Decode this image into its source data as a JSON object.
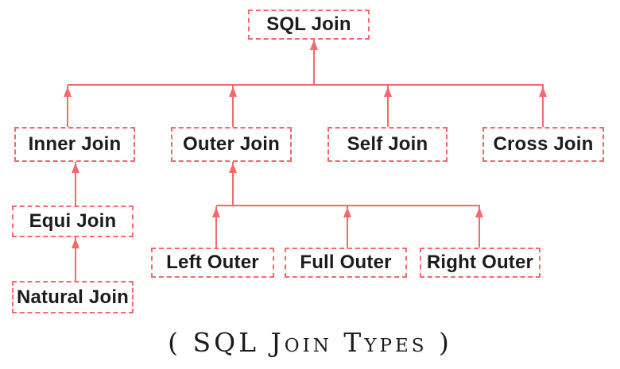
{
  "diagram": {
    "caption": "( SQL Join Types )",
    "nodes": {
      "sql_join": {
        "label": "SQL Join"
      },
      "inner_join": {
        "label": "Inner Join"
      },
      "outer_join": {
        "label": "Outer Join"
      },
      "self_join": {
        "label": "Self Join"
      },
      "cross_join": {
        "label": "Cross Join"
      },
      "equi_join": {
        "label": "Equi Join"
      },
      "natural_join": {
        "label": "Natural Join"
      },
      "left_outer": {
        "label": "Left Outer"
      },
      "full_outer": {
        "label": "Full Outer"
      },
      "right_outer": {
        "label": "Right Outer"
      }
    },
    "edges": [
      "inner_join->sql_join",
      "outer_join->sql_join",
      "self_join->sql_join",
      "cross_join->sql_join",
      "equi_join->inner_join",
      "natural_join->equi_join",
      "left_outer->outer_join",
      "full_outer->outer_join",
      "right_outer->outer_join"
    ]
  },
  "colors": {
    "accent": "#f5696b",
    "text": "#1b1b1b",
    "bg": "#ffffff"
  }
}
